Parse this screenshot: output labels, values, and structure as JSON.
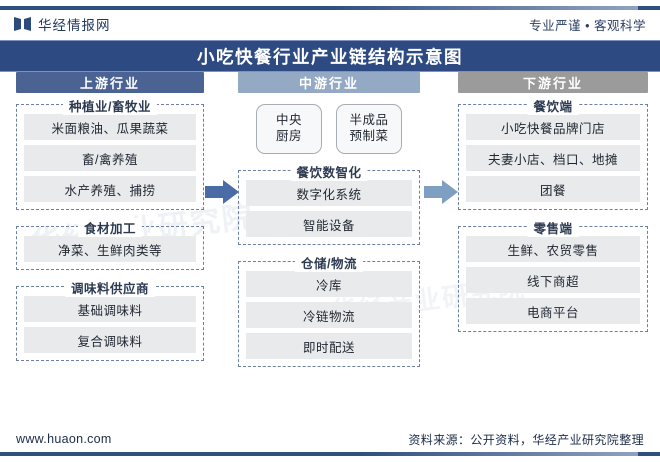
{
  "header": {
    "logo_icon": "huaon-butterfly-logo",
    "brand_name": "华经情报网",
    "tagline": "专业严谨 • 客观科学"
  },
  "title": "小吃快餐行业产业链结构示意图",
  "watermarks": [
    "华经产业研究院",
    "华经产业研究院"
  ],
  "columns": [
    {
      "id": "upstream",
      "head": "上游行业",
      "head_color": "#4a6393",
      "groups": [
        {
          "label": "种植业/畜牧业",
          "items": [
            "米面粮油、瓜果蔬菜",
            "畜/禽养殖",
            "水产养殖、捕捞"
          ]
        },
        {
          "label": "食材加工",
          "items": [
            "净菜、生鲜肉类等"
          ]
        },
        {
          "label": "调味料供应商",
          "items": [
            "基础调味料",
            "复合调味料"
          ]
        }
      ]
    },
    {
      "id": "midstream",
      "head": "中游行业",
      "head_color": "#93a9c4",
      "pills": [
        {
          "line1": "中央",
          "line2": "厨房"
        },
        {
          "line1": "半成品",
          "line2": "预制菜"
        }
      ],
      "groups": [
        {
          "label": "餐饮数智化",
          "items": [
            "数字化系统",
            "智能设备"
          ]
        },
        {
          "label": "仓储/物流",
          "items": [
            "冷库",
            "冷链物流",
            "即时配送"
          ]
        }
      ]
    },
    {
      "id": "downstream",
      "head": "下游行业",
      "head_color": "#9b9b9b",
      "groups": [
        {
          "label": "餐饮端",
          "items": [
            "小吃快餐品牌门店",
            "夫妻小店、档口、地摊",
            "团餐"
          ]
        },
        {
          "label": "零售端",
          "items": [
            "生鲜、农贸零售",
            "线下商超",
            "电商平台"
          ]
        }
      ]
    }
  ],
  "arrows": [
    {
      "name": "arrow-upstream-to-midstream",
      "color": "#4a6ba5"
    },
    {
      "name": "arrow-midstream-to-downstream",
      "color": "#7e9ec2"
    }
  ],
  "footer": {
    "url": "www.huaon.com",
    "source": "资料来源：公开资料，华经产业研究院整理"
  }
}
